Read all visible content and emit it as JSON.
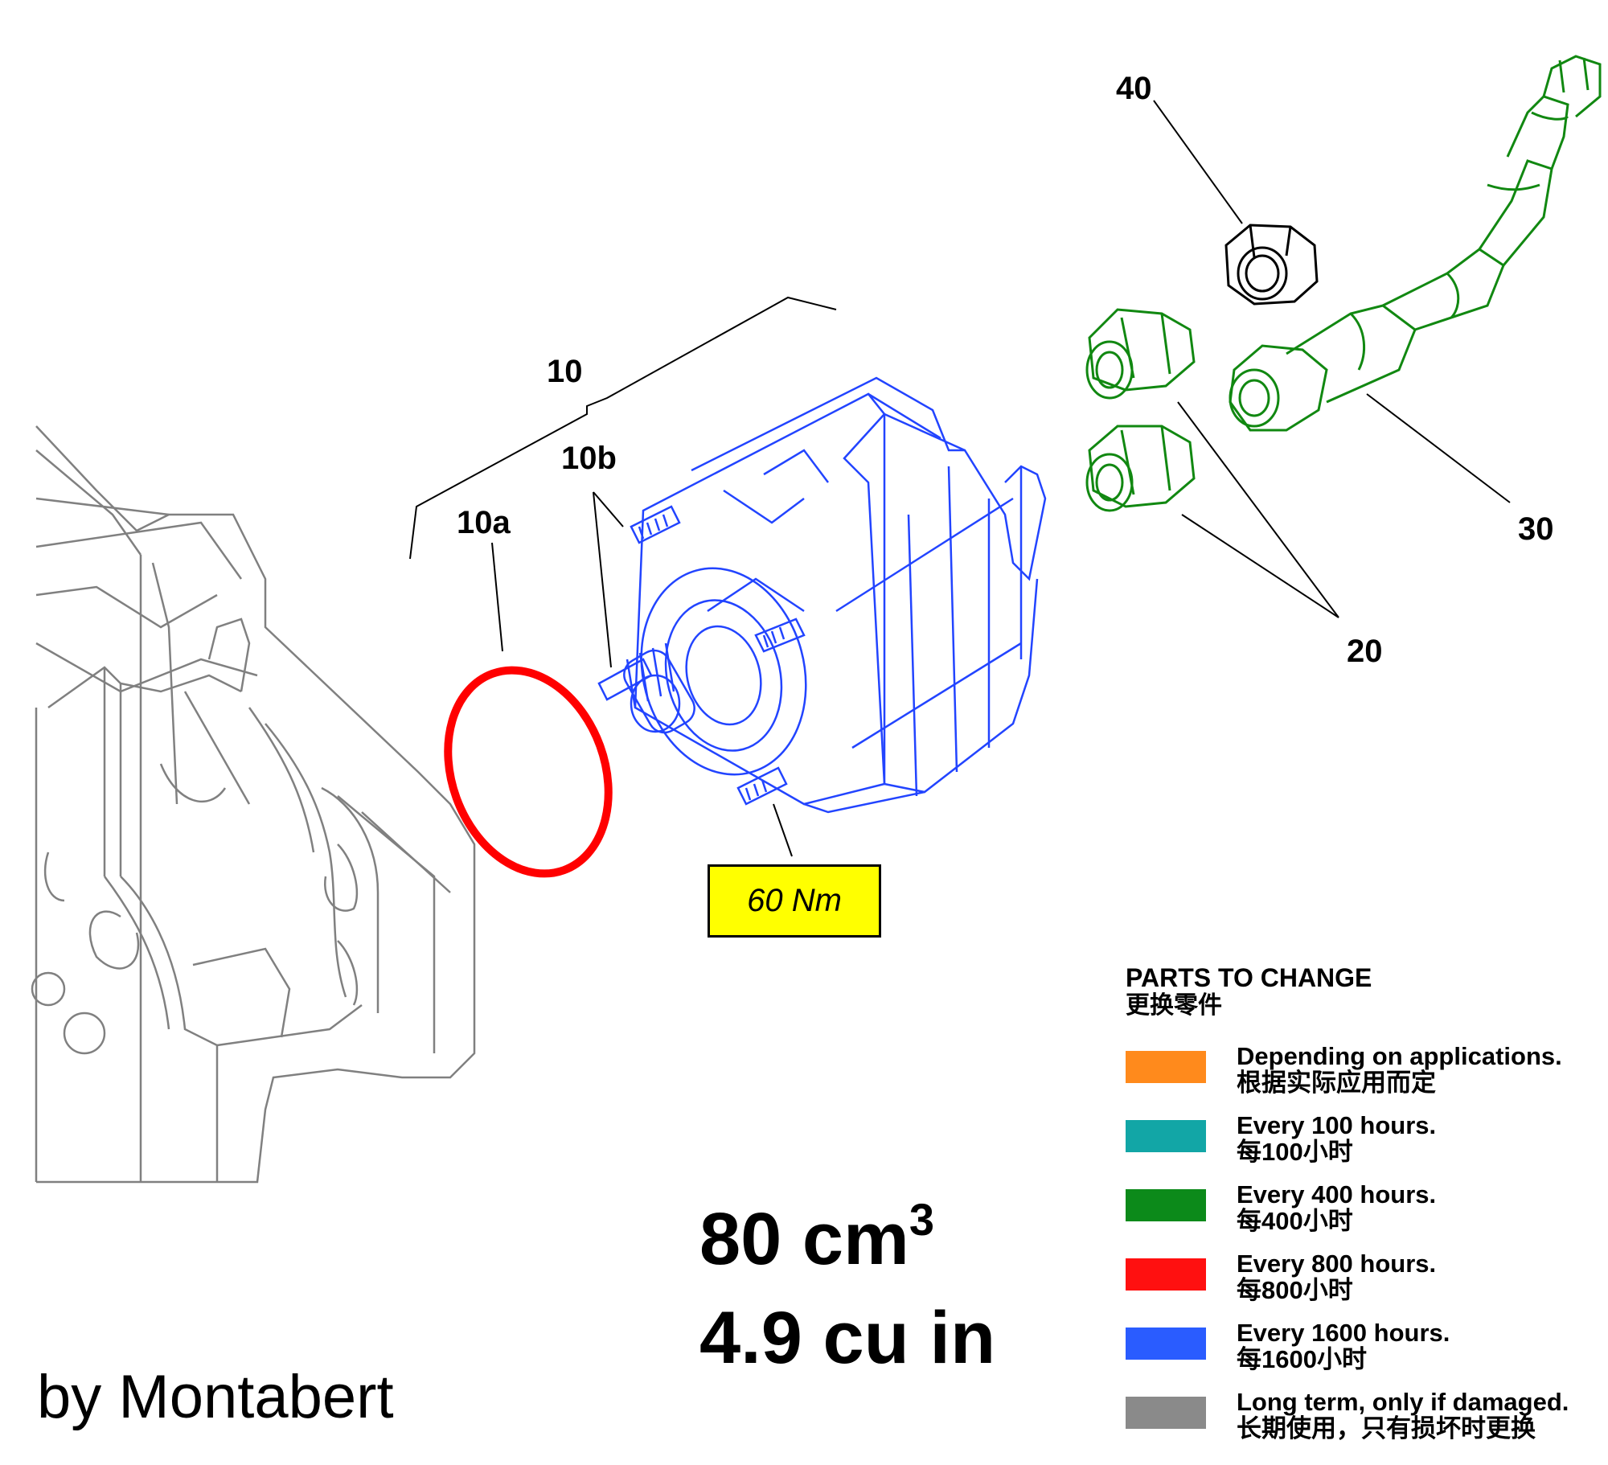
{
  "callouts": {
    "p40": "40",
    "p10": "10",
    "p10b": "10b",
    "p10a": "10a",
    "p30": "30",
    "p20": "20"
  },
  "torque": "60 Nm",
  "displacement": {
    "metric_value": "80 cm",
    "metric_exp": "3",
    "imperial": "4.9 cu in"
  },
  "credit": "by Montabert",
  "legend": {
    "title": "PARTS TO CHANGE",
    "title_zh": "更换零件",
    "items": [
      {
        "color": "#ff8a1c",
        "label": "Depending on applications.",
        "label_zh": "根据实际应用而定"
      },
      {
        "color": "#12a6a6",
        "label": "Every 100 hours.",
        "label_zh": "每100小时"
      },
      {
        "color": "#0c8a1a",
        "label": "Every 400 hours.",
        "label_zh": "每400小时"
      },
      {
        "color": "#ff1010",
        "label": "Every 800 hours.",
        "label_zh": "每800小时"
      },
      {
        "color": "#2a5cff",
        "label": "Every 1600 hours.",
        "label_zh": "每1600小时"
      },
      {
        "color": "#8a8a8a",
        "label": "Long term, only if damaged.",
        "label_zh": "长期使用，只有损坏时更换"
      }
    ]
  },
  "part_colors": {
    "housing": "#808080",
    "pump": "#2244ff",
    "oring": "#ff0000",
    "fittings": "#118811",
    "nut": "#000000"
  }
}
